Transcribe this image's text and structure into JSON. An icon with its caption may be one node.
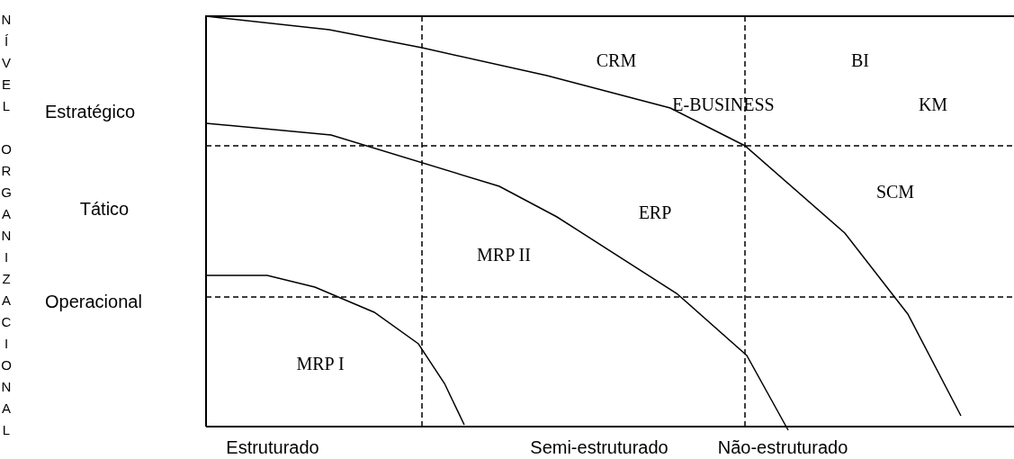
{
  "diagram": {
    "labels": [
      "NÍVEL ORGANIZACIONAL",
      "CRM",
      "BI",
      "Estratégico",
      "E-BUSINESS",
      "KM",
      "SCM",
      "Tático",
      "ERP",
      "MRP II",
      "Operacional",
      "MRP I",
      "Estruturado",
      "Semi-estruturado",
      "Não-estruturado"
    ]
  }
}
